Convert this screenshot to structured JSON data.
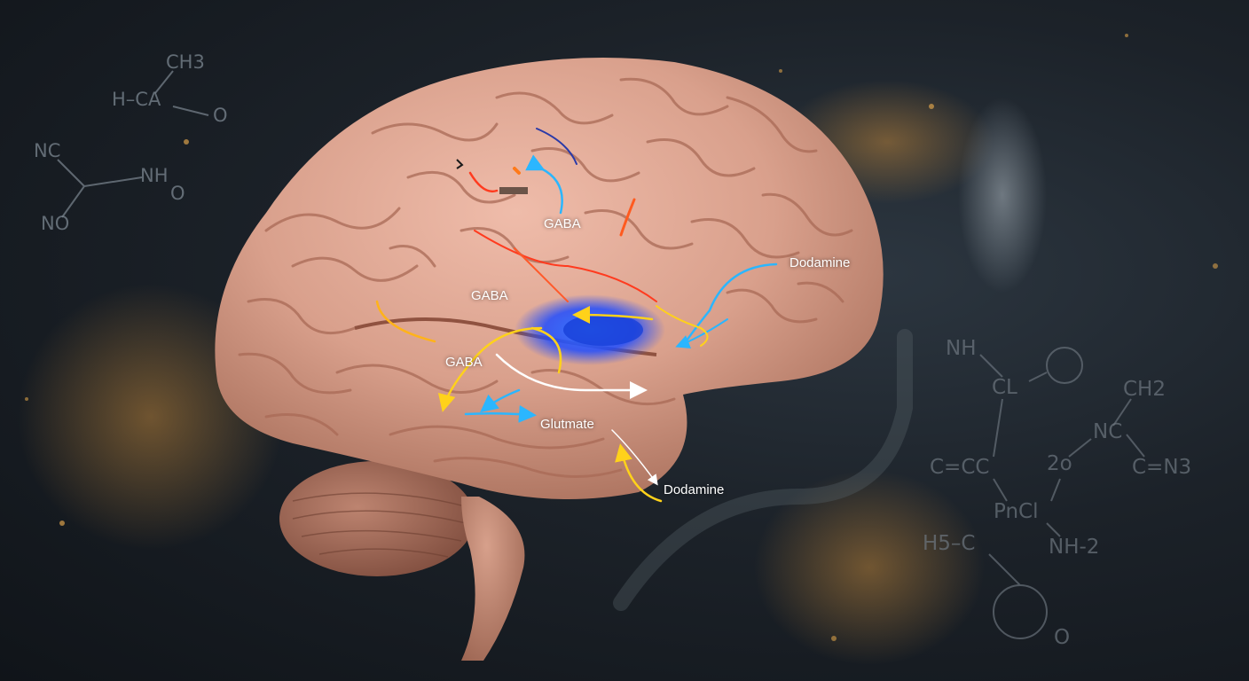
{
  "labels": {
    "gaba_top": "GABA",
    "gaba_mid": "GABA",
    "gaba_low": "GABA",
    "dodamine_right": "Dodamine",
    "glutmate": "Glutmate",
    "dodamine_bottom": "Dodamine"
  },
  "chem_left": {
    "ch3": "CH3",
    "h_ca": "H–CA",
    "o": "O",
    "nc": "NC",
    "nh": "NH",
    "o2": "O",
    "no": "NO"
  },
  "chem_right": {
    "nh": "NH",
    "cl": "CL",
    "ch2": "CH2",
    "nc": "NC",
    "cc": "C=CC",
    "twoo": "2o",
    "cn3": "C=N3",
    "pncl": "PnCl",
    "h5c": "H5–C",
    "nh2": "NH-2",
    "o": "O"
  },
  "colors": {
    "brain": "#d9a08c",
    "cerebellum": "#a9705c",
    "glow_blue": "#1f4cff",
    "arrow_yellow": "#ffd21a",
    "arrow_cyan": "#2bb6ff",
    "arrow_red": "#ff3b1f",
    "arrow_white": "#ffffff"
  }
}
